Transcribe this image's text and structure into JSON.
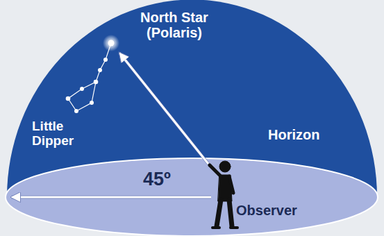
{
  "diagram": {
    "labels": [
      "North Star (Polaris)",
      "Little Dipper",
      "Horizon",
      "45º",
      "Observer"
    ]
  }
}
